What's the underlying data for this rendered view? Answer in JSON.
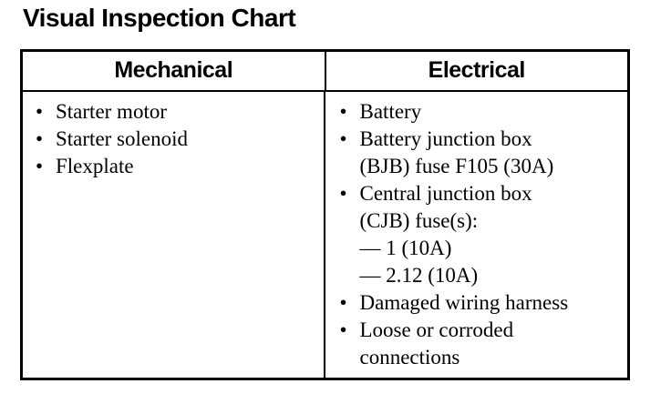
{
  "page": {
    "title": "Visual Inspection Chart"
  },
  "table": {
    "bullet_glyph": "•",
    "mechanical": {
      "header": "Mechanical",
      "items": [
        {
          "lines": [
            "Starter motor"
          ]
        },
        {
          "lines": [
            "Starter solenoid"
          ]
        },
        {
          "lines": [
            "Flexplate"
          ]
        }
      ]
    },
    "electrical": {
      "header": "Electrical",
      "items": [
        {
          "lines": [
            "Battery"
          ]
        },
        {
          "lines": [
            "Battery junction box",
            "(BJB) fuse F105 (30A)"
          ]
        },
        {
          "lines": [
            "Central junction box",
            "(CJB) fuse(s):"
          ],
          "sub_items": [
            "— 1 (10A)",
            "— 2.12 (10A)"
          ]
        },
        {
          "lines": [
            "Damaged wiring harness"
          ]
        },
        {
          "lines": [
            "Loose or corroded",
            "connections"
          ]
        }
      ]
    }
  }
}
